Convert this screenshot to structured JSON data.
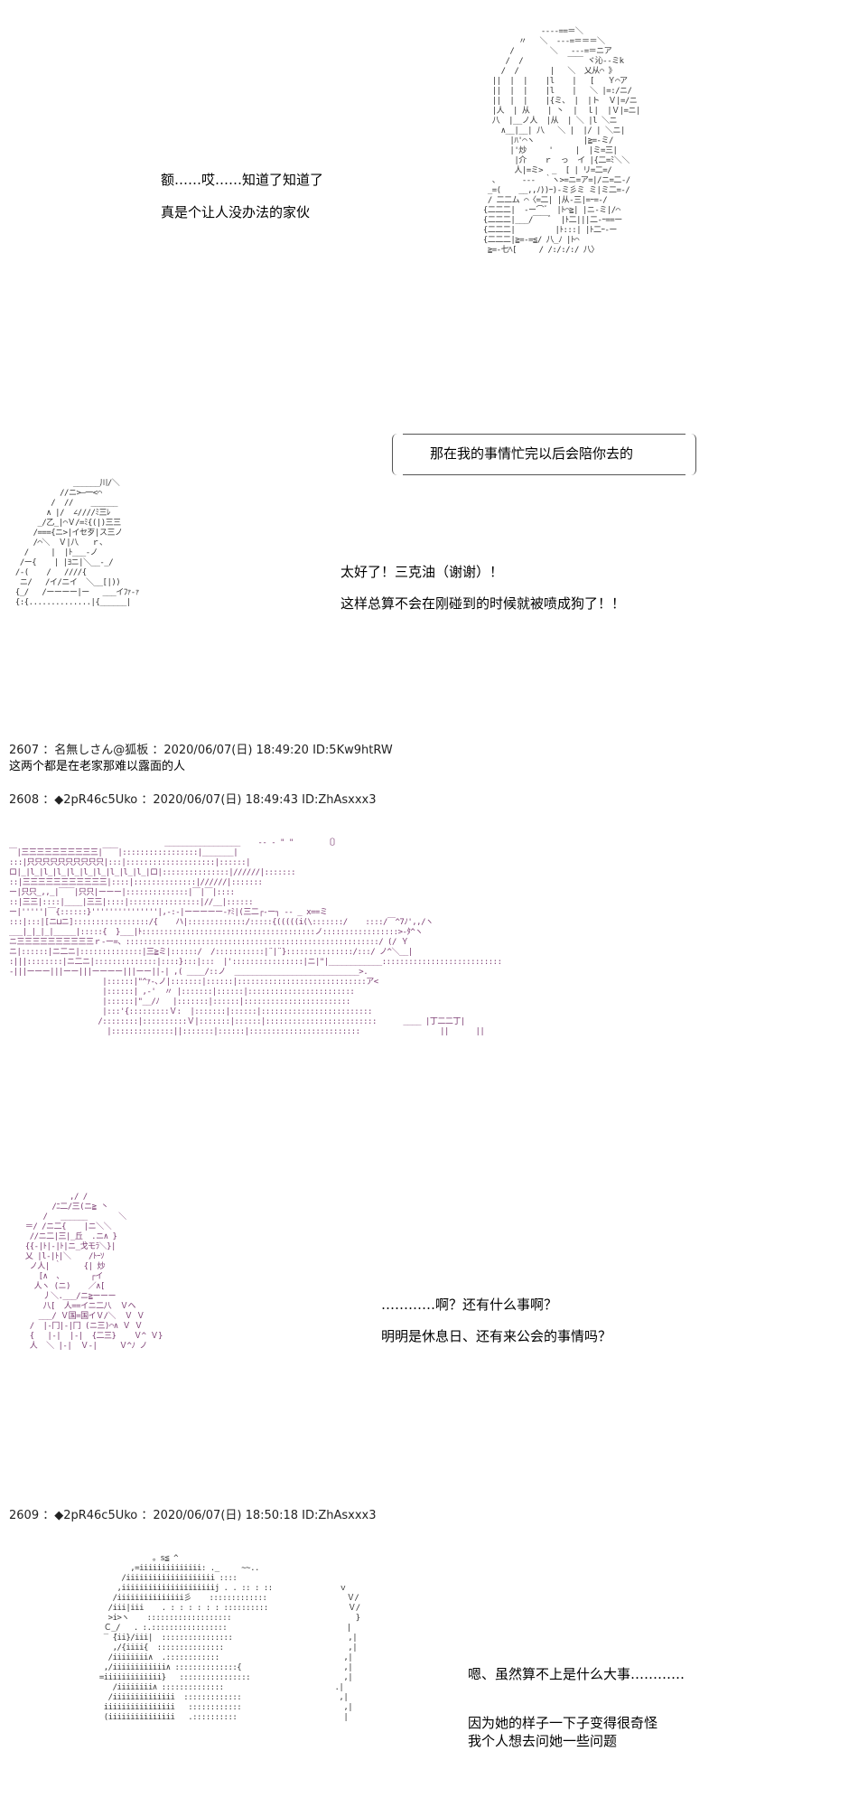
{
  "page1": {
    "dialog": [
      "额……哎……知道了知道了",
      "真是个让人没办法的家伙"
    ]
  },
  "bubble": {
    "text": "那在我的事情忙完以后会陪你去的"
  },
  "page2": {
    "dialog": [
      "太好了！三克油（谢谢）！",
      "这样总算不会在刚碰到的时候就被喷成狗了！！"
    ]
  },
  "posts": [
    {
      "header": "2607 ：名無しさん@狐板 ：2020/06/07(日) 18:49:20 ID:5Kw9htRW",
      "body": "这两个都是在老家那难以露面的人"
    },
    {
      "header": "2608 ：◆2pR46c5Uko ：2020/06/07(日) 18:49:43 ID:ZhAsxxx3"
    },
    {
      "header": "2609 ：◆2pR46c5Uko ：2020/06/07(日) 18:50:18 ID:ZhAsxxx3"
    }
  ],
  "page3": {
    "dialog": [
      "…………啊？还有什么事啊？",
      "明明是休息日、还有来公会的事情吗？"
    ]
  },
  "page4": {
    "dialog": [
      "嗯、虽然算不上是什么大事…………",
      "因为她的样子一下子变得很奇怪",
      "我个人想去问她一些问题"
    ]
  }
}
